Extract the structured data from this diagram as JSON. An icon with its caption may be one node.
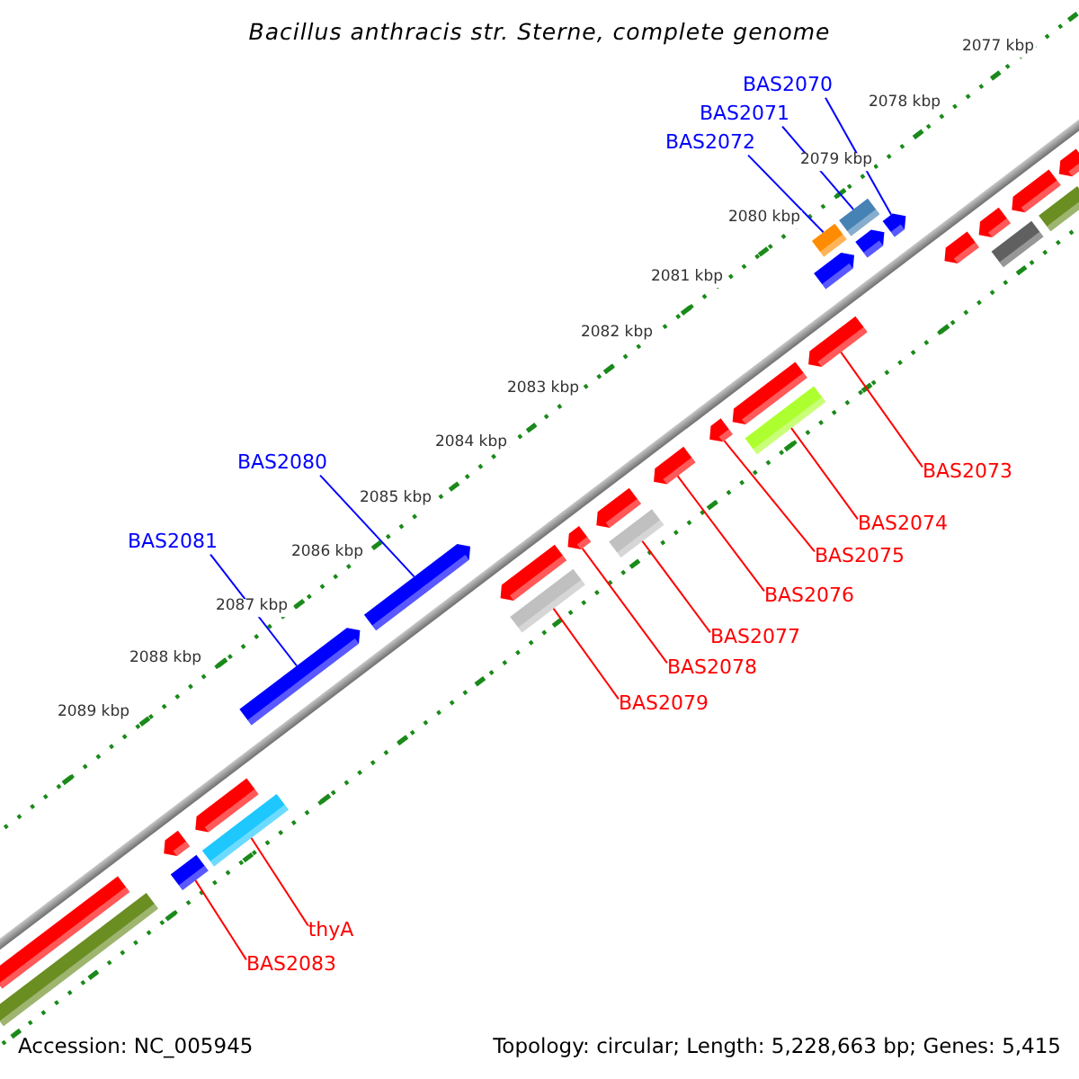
{
  "diagram": {
    "title": "Bacillus anthracis str. Sterne, complete genome",
    "nodes": [
      {
        "text": [
          "BAS2070"
        ]
      },
      {
        "text": [
          "BAS2071"
        ]
      },
      {
        "text": [
          "BAS2072"
        ]
      },
      {
        "text": [
          "BAS2080"
        ]
      },
      {
        "text": [
          "BAS2073"
        ]
      },
      {
        "text": [
          "BAS2074"
        ]
      },
      {
        "text": [
          "BAS2081"
        ]
      },
      {
        "text": [
          "BAS2075"
        ]
      },
      {
        "text": [
          "BAS2076"
        ]
      },
      {
        "text": [
          "BAS2077"
        ]
      },
      {
        "text": [
          "BAS2078"
        ]
      },
      {
        "text": [
          "BAS2079"
        ]
      },
      {
        "text": [
          "thyA"
        ]
      },
      {
        "text": [
          "BAS2083"
        ]
      },
      {
        "text": [],
        "shape": "bar"
      },
      {
        "text": [],
        "shape": "bar"
      },
      {
        "text": [],
        "shape": "bar"
      },
      {
        "text": [],
        "shape": "arrow"
      },
      {
        "text": [],
        "shape": "bar"
      },
      {
        "text": [],
        "shape": "arrow"
      },
      {
        "text": [],
        "shape": "arrow"
      },
      {
        "text": [],
        "shape": "arrow"
      },
      {
        "text": [],
        "shape": "bar"
      },
      {
        "text": [],
        "shape": "arrow"
      },
      {
        "text": [],
        "shape": "arrow"
      },
      {
        "text": [],
        "shape": "arrow"
      },
      {
        "text": [],
        "shape": "bar"
      },
      {
        "text": [],
        "shape": "arrow"
      },
      {
        "text": [],
        "shape": "arrow"
      },
      {
        "text": [],
        "shape": "arrow"
      },
      {
        "text": [],
        "shape": "bar"
      },
      {
        "text": [],
        "shape": "arrow"
      },
      {
        "text": [],
        "shape": "arrow"
      },
      {
        "text": [],
        "shape": "bar"
      },
      {
        "text": [],
        "shape": "arrow"
      },
      {
        "text": [],
        "shape": "bar"
      },
      {
        "text": [],
        "shape": "arrow"
      },
      {
        "text": [],
        "shape": "arrow"
      },
      {
        "text": [],
        "shape": "arrow"
      },
      {
        "text": [],
        "shape": "bar"
      },
      {
        "text": [],
        "shape": "arrow"
      },
      {
        "text": [],
        "shape": "bar"
      },
      {
        "text": [],
        "shape": "arrow"
      }
    ],
    "edges": [
      {
        "from": 0,
        "to": 36,
        "arrow": "none",
        "color": "#0000ff"
      },
      {
        "from": 1,
        "to": 35,
        "arrow": "none",
        "color": "#0000ff"
      },
      {
        "from": 2,
        "to": 33,
        "arrow": "none",
        "color": "#0000ff"
      },
      {
        "from": 3,
        "to": 21,
        "arrow": "none",
        "color": "#0000ff"
      },
      {
        "from": 4,
        "to": 31,
        "arrow": "none"
      },
      {
        "from": 5,
        "to": 30,
        "arrow": "none"
      },
      {
        "from": 6,
        "to": 20,
        "arrow": "none",
        "color": "#0000ff"
      },
      {
        "from": 7,
        "to": 28,
        "arrow": "none"
      },
      {
        "from": 8,
        "to": 27,
        "arrow": "none"
      },
      {
        "from": 9,
        "to": 26,
        "arrow": "none"
      },
      {
        "from": 10,
        "to": 24,
        "arrow": "none"
      },
      {
        "from": 11,
        "to": 22,
        "arrow": "none"
      },
      {
        "from": 12,
        "to": 18,
        "arrow": "none"
      },
      {
        "from": 13,
        "to": 16,
        "arrow": "none"
      }
    ],
    "labels": [
      "2077 kbp",
      "2078 kbp",
      "2079 kbp",
      "2080 kbp",
      "2081 kbp",
      "2082 kbp",
      "2083 kbp",
      "2084 kbp",
      "2085 kbp",
      "2086 kbp",
      "2087 kbp",
      "2088 kbp",
      "2089 kbp",
      "Accession: NC_005945",
      "Topology: circular; Length: 5,228,663 bp; Genes: 5,415"
    ]
  }
}
